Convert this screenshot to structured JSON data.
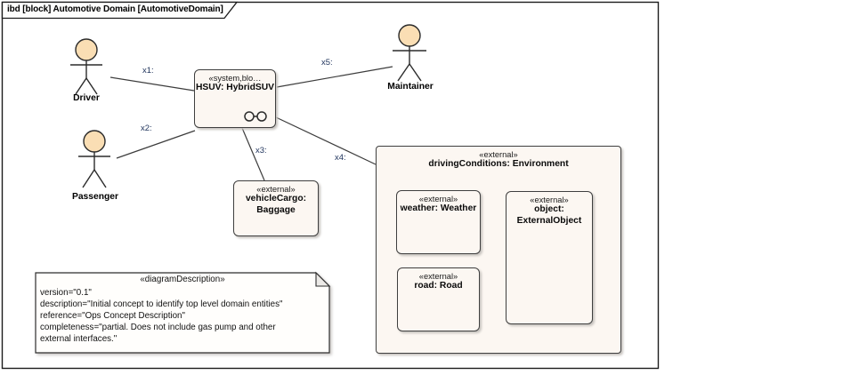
{
  "frame": {
    "title": "ibd [block] Automotive Domain [AutomotiveDomain]"
  },
  "actors": [
    {
      "label": "Driver"
    },
    {
      "label": "Passenger"
    },
    {
      "label": "Maintainer"
    }
  ],
  "blocks": {
    "hsuv": {
      "stereotype": "«system,blo…",
      "name": "HSUV: HybridSUV",
      "icon": "linked-circles"
    },
    "vehicleCargo": {
      "stereotype": "«external»",
      "name": "vehicleCargo: Baggage"
    },
    "drivingConditions": {
      "stereotype": "«external»",
      "name": "drivingConditions: Environment"
    },
    "weather": {
      "stereotype": "«external»",
      "name": "weather: Weather"
    },
    "object": {
      "stereotype": "«external»",
      "name": "object: ExternalObject"
    },
    "road": {
      "stereotype": "«external»",
      "name": "road: Road"
    }
  },
  "connectors": [
    {
      "label": "x1:"
    },
    {
      "label": "x2:"
    },
    {
      "label": "x3:"
    },
    {
      "label": "x4:"
    },
    {
      "label": "x5:"
    }
  ],
  "note": {
    "stereotype": "«diagramDescription»",
    "lines": [
      "version=\"0.1\"",
      "description=\"Initial concept to identify top level domain entities\"",
      "reference=\"Ops Concept Description\"",
      "completeness=\"partial. Does not include gas pump and other",
      "external interfaces.\""
    ]
  },
  "colors": {
    "block_fill": "#FCF7F2",
    "actor_head": "#FADEB4",
    "line": "#3C3C3C",
    "connector_label": "#22365E",
    "border": "#2B2B2B"
  }
}
